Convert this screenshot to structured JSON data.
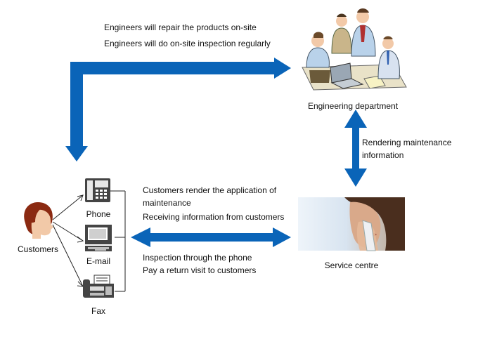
{
  "colors": {
    "arrow": "#0a64b8",
    "line": "#222222",
    "skin": "#f2c9a8",
    "hair": "#8b2a12",
    "shirt": "#b9d2ea",
    "device": "#444444",
    "photo_bg": "#dce8f4"
  },
  "top_notes": {
    "line1": "Engineers will repair the products on-site",
    "line2": "Engineers will do on-site inspection regularly"
  },
  "engineering": {
    "label": "Engineering department",
    "icon": "engineers-meeting-clipart"
  },
  "vertical_note": {
    "line1": "Rendering maintenance",
    "line2": "information"
  },
  "customers": {
    "label": "Customers",
    "icon": "customer-head-icon",
    "channels": [
      {
        "label": "Phone",
        "icon": "phone-icon"
      },
      {
        "label": "E-mail",
        "icon": "computer-icon"
      },
      {
        "label": "Fax",
        "icon": "fax-icon"
      }
    ]
  },
  "middle_upper": {
    "line1": "Customers render the application of",
    "line2": "maintenance",
    "line3": "Receiving information from customers"
  },
  "middle_lower": {
    "line1": "Inspection through the phone",
    "line2": "Pay a return visit to customers"
  },
  "service": {
    "label": "Service centre",
    "icon": "operator-on-phone-photo"
  }
}
